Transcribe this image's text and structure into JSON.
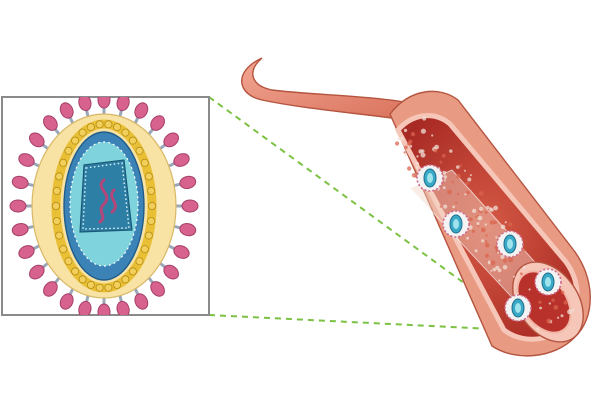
{
  "figure": {
    "kind": "illustration",
    "subject_icons": {
      "inset": "virus-particle-icon",
      "vessel": "blood-vessel-icon",
      "cell": "infected-cell-icon"
    }
  },
  "colors": {
    "inset_border": "#8a8a8a",
    "spike_head": "#d7628e",
    "spike_head_stroke": "#a43f68",
    "spike_stem": "#9aa7b8",
    "envelope": "#f8e2a4",
    "matrix_ring": "#e8bf35",
    "capsid_outer": "#3b82b7",
    "capsid_inner": "#7fd3dc",
    "core": "#2d7fa5",
    "rna": "#b3467a",
    "dashed_connector": "#7bc142",
    "vessel_wall": "#e89a83",
    "vessel_wall_dark": "#b5543f",
    "lumen": "#b8322b",
    "lumen_light": "#d9664f",
    "endothelium": "#f6c7b9",
    "highlight_band": "#f2d6c8",
    "virion_cell": "#3aa9c7"
  },
  "components": {
    "spike_count": 28,
    "vessel_cells": 5
  }
}
